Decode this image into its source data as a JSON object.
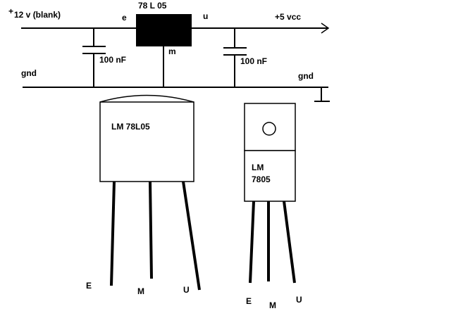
{
  "schematic": {
    "input_plus": "+",
    "input_label": "12 v (blank)",
    "regulator_name": "78 L 05",
    "pin_in": "e",
    "pin_out": "u",
    "pin_gnd": "m",
    "output_label": "+5 vcc",
    "cap_left": "100 nF",
    "cap_right": "100 nF",
    "gnd_left": "gnd",
    "gnd_right": "gnd"
  },
  "package_to92": {
    "label_line1": "LM 78L05",
    "pins": [
      "E",
      "M",
      "U"
    ]
  },
  "package_to220": {
    "label_line1": "LM",
    "label_line2": "7805",
    "pins": [
      "E",
      "M",
      "U"
    ]
  },
  "colors": {
    "ink": "#000000",
    "background": "#ffffff"
  }
}
